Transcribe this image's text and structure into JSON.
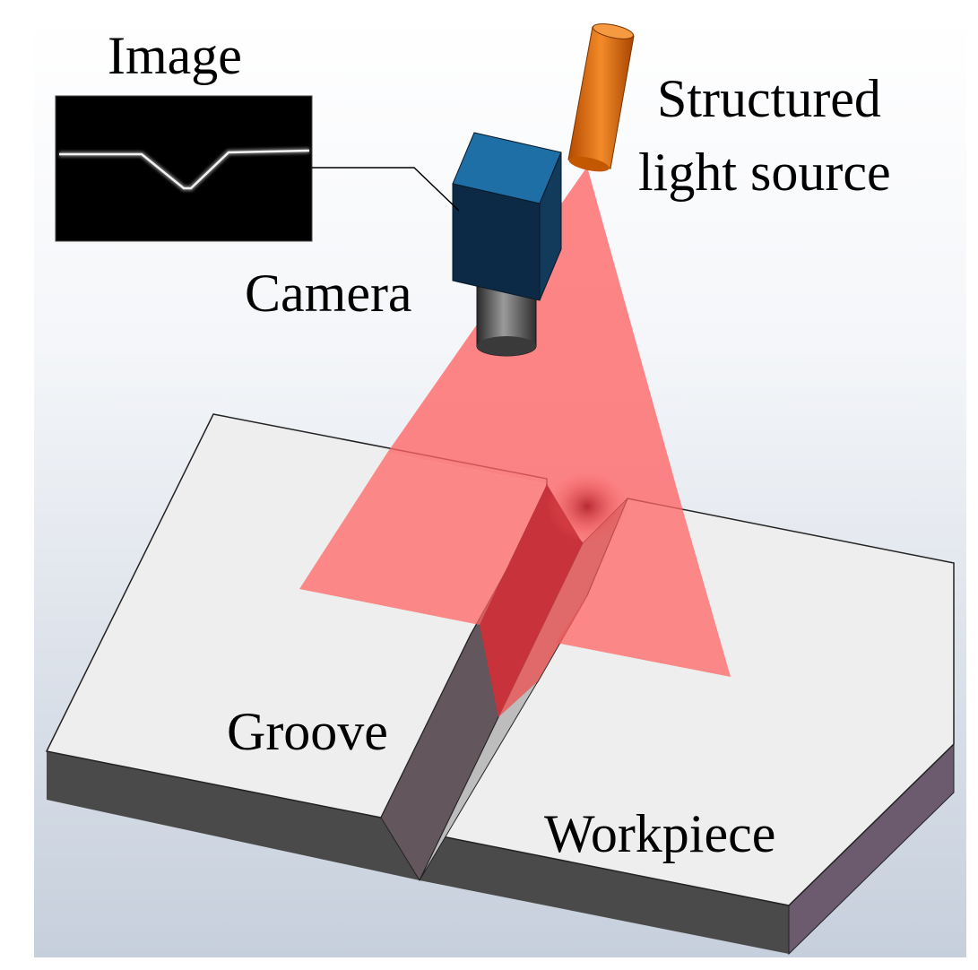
{
  "labels": {
    "image": "Image",
    "light_source_line1": "Structured",
    "light_source_line2": "light source",
    "camera": "Camera",
    "groove": "Groove",
    "workpiece": "Workpiece"
  },
  "colors": {
    "background_top": "#ffffff",
    "background_bottom": "#c9d2df",
    "workpiece_top": "#eeeeee",
    "workpiece_side_dark": "#4a4a4a",
    "workpiece_side_right": "#6c5a6e",
    "groove_wall": "#63565d",
    "groove_wall_light": "#bdbdbd",
    "laser_plane": "#ff6464",
    "laser_groove": "#c8323a",
    "camera_body": "#0c2a45",
    "camera_top": "#1d6fa5",
    "lens": "#444444",
    "light_source": "#e06a10"
  },
  "icons": [
    "camera-icon",
    "structured-light-source-icon",
    "captured-image-icon"
  ]
}
